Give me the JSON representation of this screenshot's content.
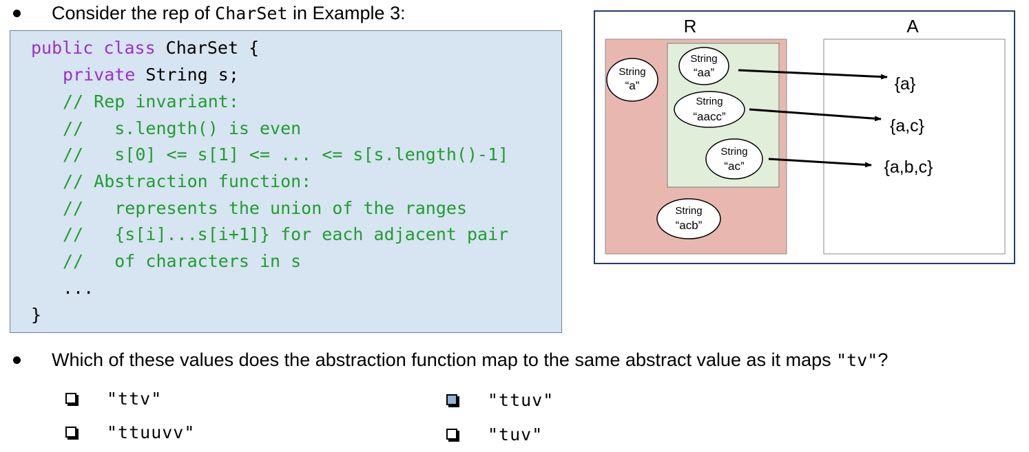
{
  "intro": {
    "prefix": "Consider the rep of ",
    "code": "CharSet",
    "suffix": " in Example 3:"
  },
  "code": {
    "line1": {
      "kw": "public class",
      "rest": " CharSet {"
    },
    "line2": {
      "kw": "private",
      "rest": " String s;"
    },
    "comments": [
      "// Rep invariant:",
      "//   s.length() is even",
      "//   s[0] <= s[1] <= ... <= s[s.length()-1]",
      "// Abstraction function:",
      "//   represents the union of the ranges",
      "//   {s[i]...s[i+1]} for each adjacent pair",
      "//   of characters in s"
    ],
    "ellipsis": "...",
    "close": "}"
  },
  "diagram": {
    "r_label": "R",
    "a_label": "A",
    "colors": {
      "r_fill": "#e8b8b0",
      "inner_fill": "#e1eed9",
      "frame": "#243b69"
    },
    "nodes": [
      {
        "type": "String",
        "value": "“a”"
      },
      {
        "type": "String",
        "value": "“aa”"
      },
      {
        "type": "String",
        "value": "“aacc”"
      },
      {
        "type": "String",
        "value": "“ac”"
      },
      {
        "type": "String",
        "value": "“acb”"
      }
    ],
    "targets": [
      "{a}",
      "{a,c}",
      "{a,b,c}"
    ]
  },
  "question": {
    "prefix": "Which of these values does the abstraction function map to the same abstract value as it maps ",
    "code": "\"tv\"",
    "suffix": "?"
  },
  "options": [
    {
      "label": "\"ttv\"",
      "checked": false
    },
    {
      "label": "\"ttuv\"",
      "checked": true
    },
    {
      "label": "\"ttuuvv\"",
      "checked": false
    },
    {
      "label": "\"tuv\"",
      "checked": false
    }
  ]
}
